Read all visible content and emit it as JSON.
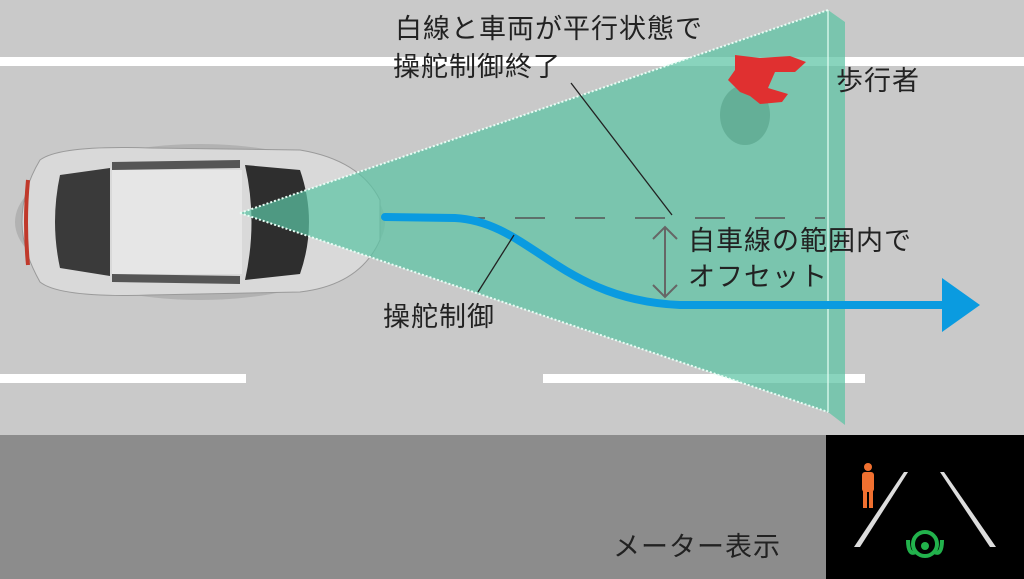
{
  "labels": {
    "parallel_end_line1": "白線と車両が平行状態で",
    "parallel_end_line2": "操舵制御終了",
    "pedestrian": "歩行者",
    "offset_line1": "自車線の範囲内で",
    "offset_line2": "オフセット",
    "steering_control": "操舵制御",
    "meter_display": "メーター表示"
  },
  "colors": {
    "road": "#c9c9c9",
    "lower_band": "#8c8c8c",
    "sensor_cone": "#5cc3a3",
    "path": "#0a9be0",
    "pedestrian": "#e03030",
    "meter_bg": "#000000",
    "meter_pedestrian": "#f07030",
    "meter_steering": "#22b24c"
  }
}
